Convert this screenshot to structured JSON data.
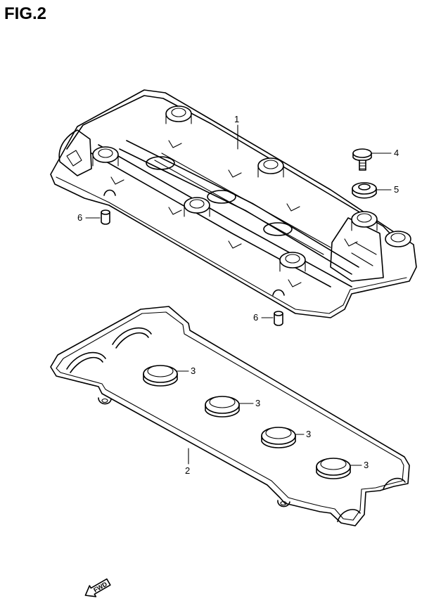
{
  "figure": {
    "title": "FIG.2"
  },
  "callouts": {
    "p1": "1",
    "p2": "2",
    "p3a": "3",
    "p3b": "3",
    "p3c": "3",
    "p3d": "3",
    "p4": "4",
    "p5": "5",
    "p6a": "6",
    "p6b": "6"
  },
  "fwd_arrow": {
    "label": "FWD"
  }
}
